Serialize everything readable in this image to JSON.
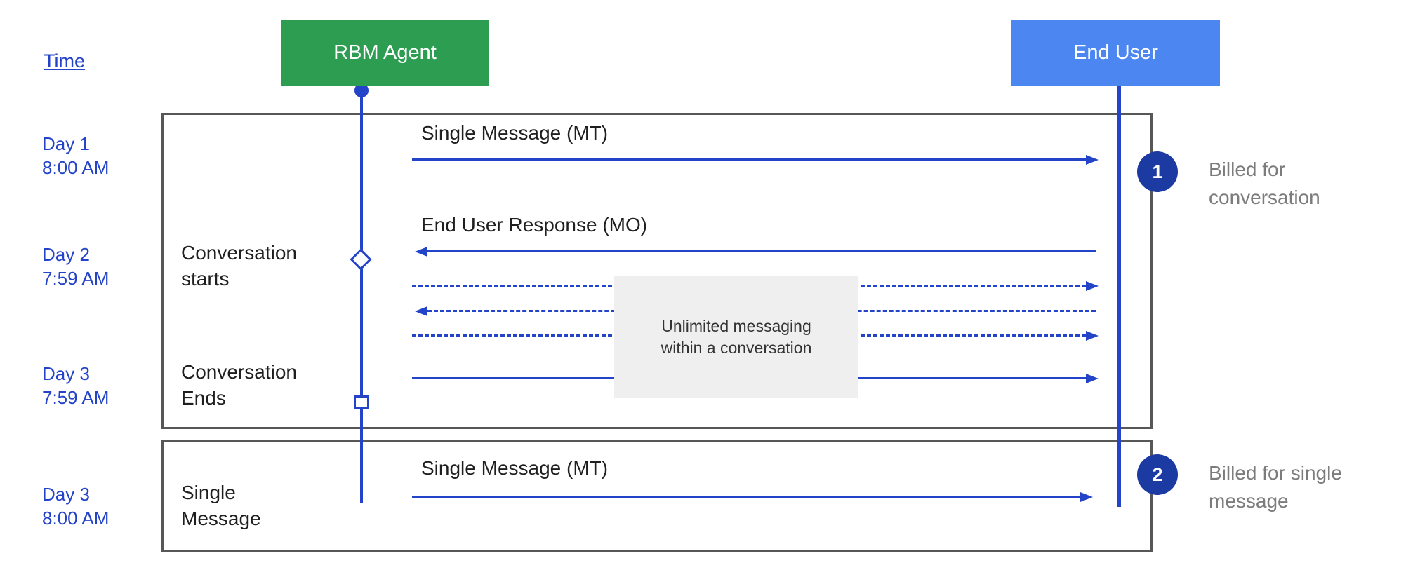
{
  "header": {
    "time_label": "Time",
    "agent_label": "RBM Agent",
    "end_user_label": "End User"
  },
  "time_marks": [
    {
      "day": "Day 1",
      "time": "8:00 AM"
    },
    {
      "day": "Day 2",
      "time": "7:59 AM"
    },
    {
      "day": "Day 3",
      "time": "7:59 AM"
    },
    {
      "day": "Day 3",
      "time": "8:00 AM"
    }
  ],
  "conversation_frame": {
    "msg_single_mt": "Single Message (MT)",
    "msg_end_user_mo": "End User Response (MO)",
    "conversation_starts": "Conversation starts",
    "conversation_ends": "Conversation Ends",
    "unlimited_note": "Unlimited messaging within a conversation"
  },
  "single_message_frame": {
    "side_label": "Single Message",
    "msg_single_mt": "Single Message (MT)"
  },
  "billing": [
    {
      "badge": "1",
      "label": "Billed for conversation"
    },
    {
      "badge": "2",
      "label": "Billed for single message"
    }
  ],
  "colors": {
    "line_blue": "#2343c8",
    "agent_green": "#2d9d52",
    "end_user_blue": "#4c86f0",
    "badge_navy": "#1b3aa2",
    "billing_text_gray": "#7c7c7c",
    "frame_border_gray": "#575757",
    "note_background": "#efefef"
  }
}
